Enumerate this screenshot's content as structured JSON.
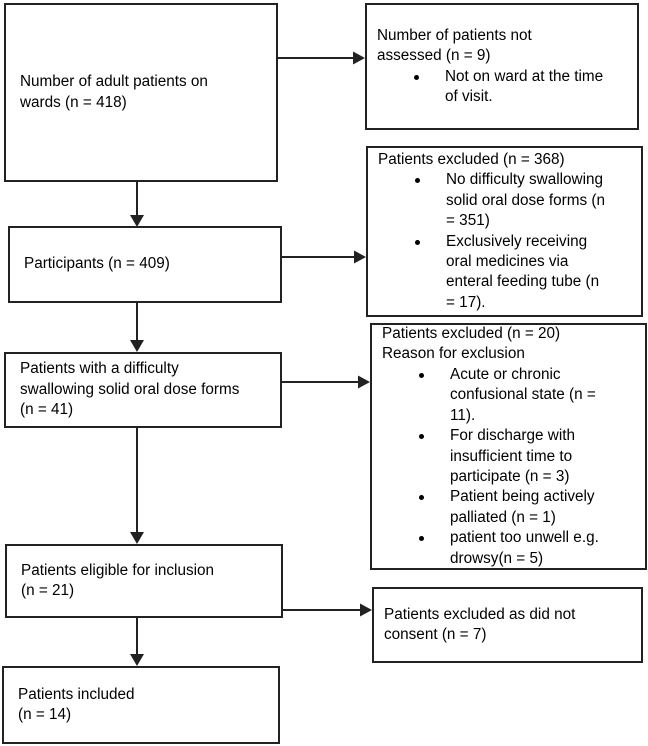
{
  "colors": {
    "line": "#222222",
    "text": "#000000",
    "background": "#ffffff"
  },
  "diagram": {
    "type": "flowchart",
    "left_boxes": [
      {
        "id": "adult-patients",
        "text": "Number of adult patients on\nwards (n = 418)"
      },
      {
        "id": "participants",
        "text": "Participants (n = 409)"
      },
      {
        "id": "difficulty-swallowing",
        "text": "Patients with a difficulty\nswallowing solid oral dose forms\n(n = 41)"
      },
      {
        "id": "eligible",
        "text": "Patients eligible for inclusion\n(n = 21)"
      },
      {
        "id": "included",
        "text": "Patients included\n(n = 14)"
      }
    ],
    "right_boxes": [
      {
        "id": "not-assessed",
        "title": "Number of patients not\nassessed (n = 9)",
        "bullets": [
          "Not on ward at the time\nof visit."
        ]
      },
      {
        "id": "excluded-368",
        "title": "Patients excluded (n = 368)",
        "bullets": [
          "No difficulty swallowing\nsolid oral dose forms (n\n= 351)",
          "Exclusively receiving\noral medicines via\nenteral feeding tube (n\n= 17)."
        ]
      },
      {
        "id": "excluded-20",
        "title": "Patients excluded (n = 20)\nReason for exclusion",
        "bullets": [
          "Acute or chronic\nconfusional state (n =\n11).",
          "For discharge with\ninsufficient time to\nparticipate (n = 3)",
          "Patient being actively\npalliated (n = 1)",
          "patient too unwell e.g.\ndrowsy(n = 5)"
        ]
      },
      {
        "id": "excluded-consent",
        "title": "Patients excluded as did not\nconsent (n = 7)",
        "bullets": []
      }
    ]
  }
}
